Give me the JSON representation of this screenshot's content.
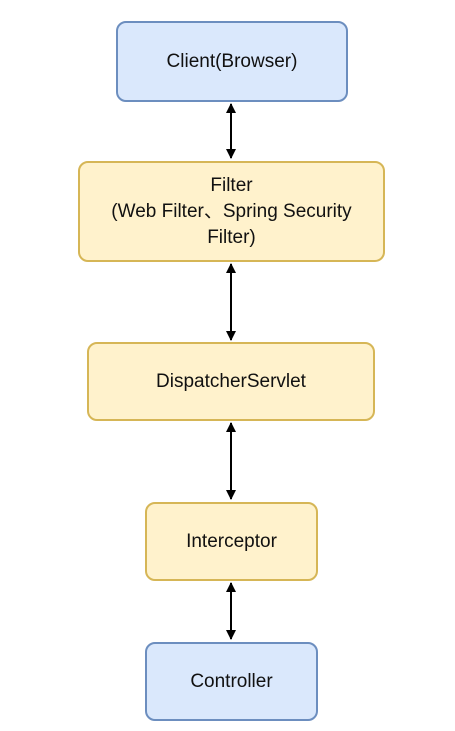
{
  "diagram": {
    "nodes": [
      {
        "id": "client",
        "label": "Client(Browser)",
        "fill": "#dae8fc",
        "stroke": "#6c8ebf"
      },
      {
        "id": "filter",
        "label_lines": [
          "Filter",
          "(Web Filter、Spring Security",
          "Filter)"
        ],
        "fill": "#fff2cc",
        "stroke": "#d6b656"
      },
      {
        "id": "dispatcher",
        "label": "DispatcherServlet",
        "fill": "#fff2cc",
        "stroke": "#d6b656"
      },
      {
        "id": "interceptor",
        "label": "Interceptor",
        "fill": "#fff2cc",
        "stroke": "#d6b656"
      },
      {
        "id": "controller",
        "label": "Controller",
        "fill": "#dae8fc",
        "stroke": "#6c8ebf"
      }
    ],
    "edges": [
      {
        "from": "client",
        "to": "filter",
        "direction": "both"
      },
      {
        "from": "filter",
        "to": "dispatcher",
        "direction": "both"
      },
      {
        "from": "dispatcher",
        "to": "interceptor",
        "direction": "both"
      },
      {
        "from": "interceptor",
        "to": "controller",
        "direction": "both"
      }
    ]
  }
}
